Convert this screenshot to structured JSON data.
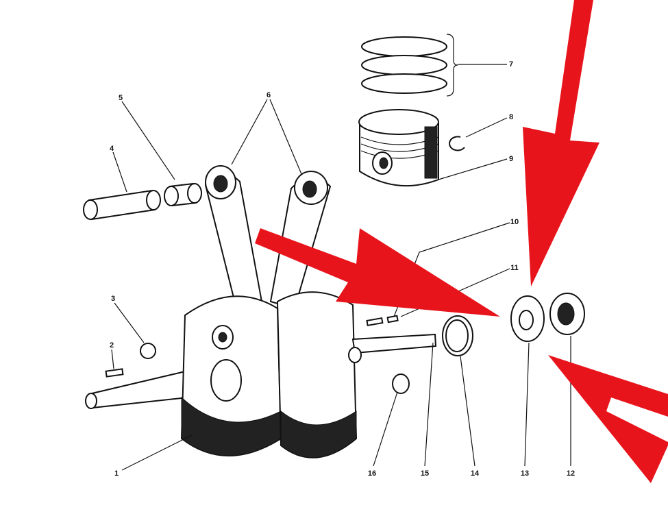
{
  "diagram": {
    "type": "exploded parts diagram",
    "callouts": [
      "1",
      "2",
      "3",
      "4",
      "5",
      "6",
      "7",
      "8",
      "9",
      "10",
      "11",
      "12",
      "13",
      "14",
      "15",
      "16"
    ],
    "annotation_color": "#e8141c"
  }
}
